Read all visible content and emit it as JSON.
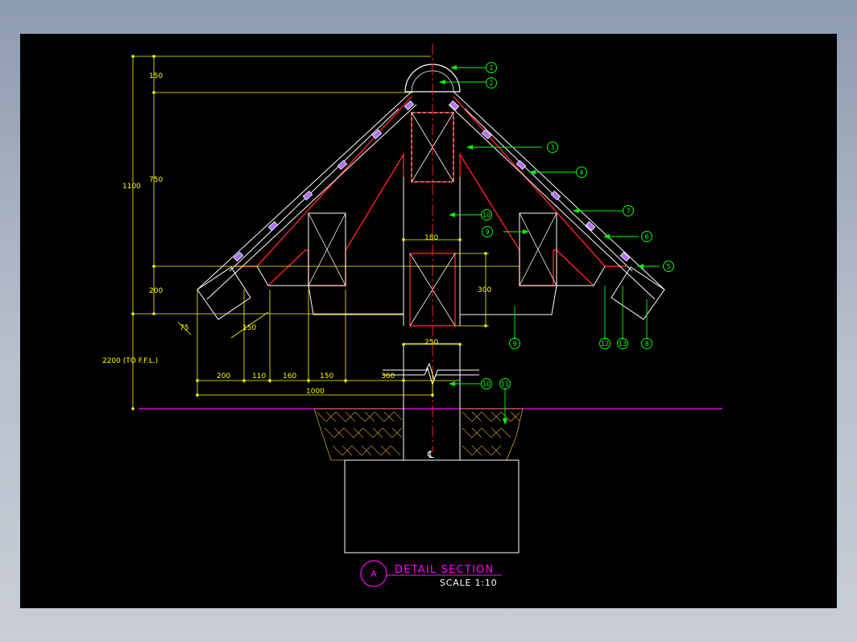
{
  "title": {
    "section_id": "A",
    "heading": "DETAIL SECTION",
    "scale": "SCALE 1:10"
  },
  "dimensions": {
    "v_150": "150",
    "v_750": "750",
    "v_1100": "1100",
    "v_200": "200",
    "v_2200": "2200 (TO F.F.L.)",
    "h_180": "180",
    "v_300": "300",
    "h_250": "250",
    "d_75": "75",
    "d_150": "150",
    "h_200": "200",
    "h_110": "110",
    "h_160": "160",
    "h_150": "150",
    "h_360": "360",
    "h_1000": "1000"
  },
  "centerline_mark": "℄",
  "callouts": {
    "c1": "1",
    "c2": "2",
    "c3": "3",
    "c4": "4",
    "c5": "5",
    "c6": "6",
    "c7": "7",
    "c8": "8",
    "c9": "9",
    "c10": "10",
    "c11": "11",
    "c12": "12",
    "c13": "13"
  },
  "colors": {
    "background": "#000000",
    "dimension": "#ffff00",
    "outline": "#ffffff",
    "section_red": "#ff2020",
    "callout_green": "#00ff00",
    "title_magenta": "#ff00ff",
    "tile_violet": "#b070ff"
  }
}
